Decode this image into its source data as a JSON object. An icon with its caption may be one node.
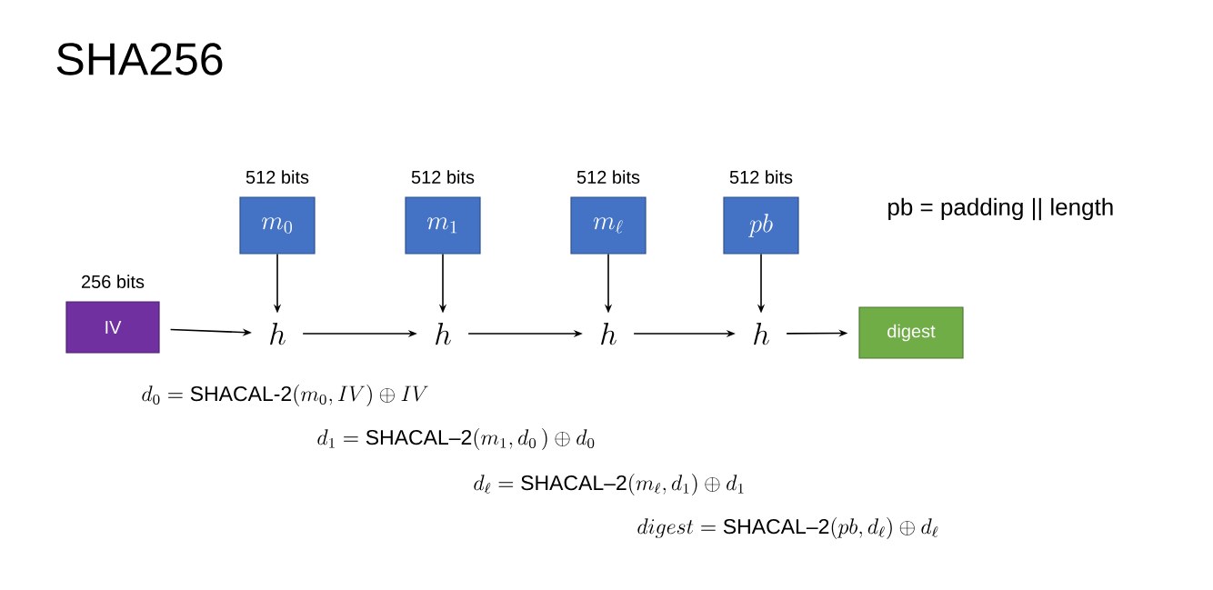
{
  "diagram": {
    "title": "SHA256",
    "nodes": [
      {
        "text": [
          "m_0"
        ],
        "beside": [
          "512 bits"
        ]
      },
      {
        "text": [
          "m_1"
        ],
        "beside": [
          "512 bits"
        ]
      },
      {
        "text": [
          "m_\\ell"
        ],
        "beside": [
          "512 bits"
        ]
      },
      {
        "text": [
          "pb"
        ],
        "beside": [
          "512 bits"
        ]
      },
      {
        "text": [
          "IV"
        ],
        "beside": [
          "256 bits"
        ]
      },
      {
        "text": [
          "h"
        ]
      },
      {
        "text": [
          "h"
        ]
      },
      {
        "text": [
          "h"
        ]
      },
      {
        "text": [
          "h"
        ]
      },
      {
        "text": [
          "digest"
        ]
      }
    ],
    "edges": [
      {
        "from": 4,
        "to": 5,
        "arrow": "to"
      },
      {
        "from": 0,
        "to": 5,
        "arrow": "to"
      },
      {
        "from": 5,
        "to": 6,
        "arrow": "to"
      },
      {
        "from": 1,
        "to": 6,
        "arrow": "to"
      },
      {
        "from": 6,
        "to": 7,
        "arrow": "to"
      },
      {
        "from": 2,
        "to": 7,
        "arrow": "to"
      },
      {
        "from": 7,
        "to": 8,
        "arrow": "to"
      },
      {
        "from": 3,
        "to": 8,
        "arrow": "to"
      },
      {
        "from": 8,
        "to": 9,
        "arrow": "to"
      }
    ],
    "labels": [
      "pb = padding || length",
      "d_0 = \\textsf{SHACAL-2}(m_0, IV) \\oplus IV",
      "d_1 = \\textsf{SHACAL--2}(m_1, d_0\\,) \\oplus d_0",
      "d_\\ell = \\textsf{SHACAL--2}(m_\\ell, d_1) \\oplus d_1",
      "digest = \\textsf{SHACAL--2}(pb, d_\\ell) \\oplus d_\\ell"
    ]
  }
}
